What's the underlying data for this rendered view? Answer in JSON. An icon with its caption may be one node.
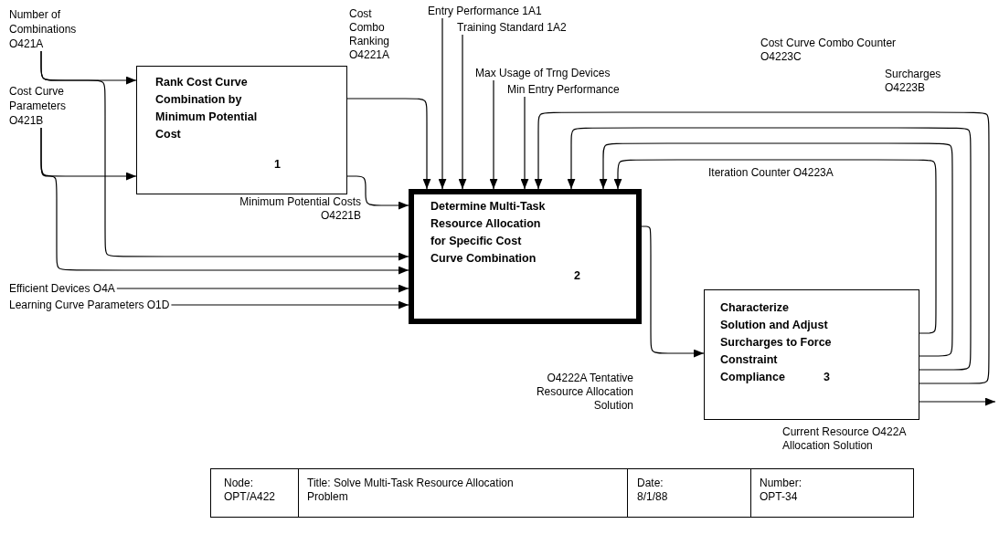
{
  "diagram": {
    "nodes": [
      {
        "text": [
          "Rank Cost Curve Combination by Minimum Potential Cost",
          "1"
        ]
      },
      {
        "text": [
          "Determine Multi-Task Resource Allocation for Specific Cost Curve Combination",
          "2"
        ]
      },
      {
        "text": [
          "Characterize Solution and Adjust Surcharges to Force Constraint Compliance",
          "3"
        ]
      },
      {
        "text": [
          "Number of Combinations O421A"
        ]
      },
      {
        "text": [
          "Cost Curve Parameters O421B"
        ]
      },
      {
        "text": [
          "Entry Performance 1A1"
        ]
      },
      {
        "text": [
          "Training Standard 1A2"
        ]
      },
      {
        "text": [
          "Max Usage of Trng Devices"
        ]
      },
      {
        "text": [
          "Min Entry Performance"
        ]
      },
      {
        "text": [
          "Efficient Devices O4A"
        ]
      },
      {
        "text": [
          "Learning Curve Parameters O1D"
        ]
      }
    ],
    "edges": [
      {
        "from": 3,
        "to": 0,
        "arrow": "to"
      },
      {
        "from": 3,
        "to": 1,
        "arrow": "to"
      },
      {
        "from": 4,
        "to": 0,
        "arrow": "to"
      },
      {
        "from": 4,
        "to": 1,
        "arrow": "to"
      },
      {
        "from": 0,
        "to": 1,
        "arrow": "to",
        "label": "Cost Combo Ranking O4221A"
      },
      {
        "from": 0,
        "to": 1,
        "arrow": "to",
        "label": "Minimum Potential Costs O4221B"
      },
      {
        "from": 5,
        "to": 1,
        "arrow": "to"
      },
      {
        "from": 6,
        "to": 1,
        "arrow": "to"
      },
      {
        "from": 7,
        "to": 1,
        "arrow": "to"
      },
      {
        "from": 8,
        "to": 1,
        "arrow": "to"
      },
      {
        "from": 9,
        "to": 1,
        "arrow": "to"
      },
      {
        "from": 10,
        "to": 1,
        "arrow": "to"
      },
      {
        "from": 2,
        "to": 1,
        "arrow": "to",
        "label": "Cost Curve Combo Counter O4223C"
      },
      {
        "from": 2,
        "to": 1,
        "arrow": "to",
        "label": "Surcharges O4223B"
      },
      {
        "from": 2,
        "to": 1,
        "arrow": "to",
        "label": "Iteration Counter O4223A"
      },
      {
        "from": 2,
        "to": 1,
        "arrow": "to"
      },
      {
        "from": 1,
        "to": 2,
        "arrow": "to",
        "label": "O4222A Tentative Resource Allocation Solution"
      },
      {
        "from": 2,
        "to": null,
        "arrow": "to",
        "label": "Current Resource O422A Allocation Solution"
      }
    ],
    "labels": [
      "Node:",
      "OPT/A422",
      "Title: Solve Multi-Task Resource Allocation Problem",
      "Date:",
      "8/1/88",
      "Number:",
      "OPT-34"
    ]
  }
}
